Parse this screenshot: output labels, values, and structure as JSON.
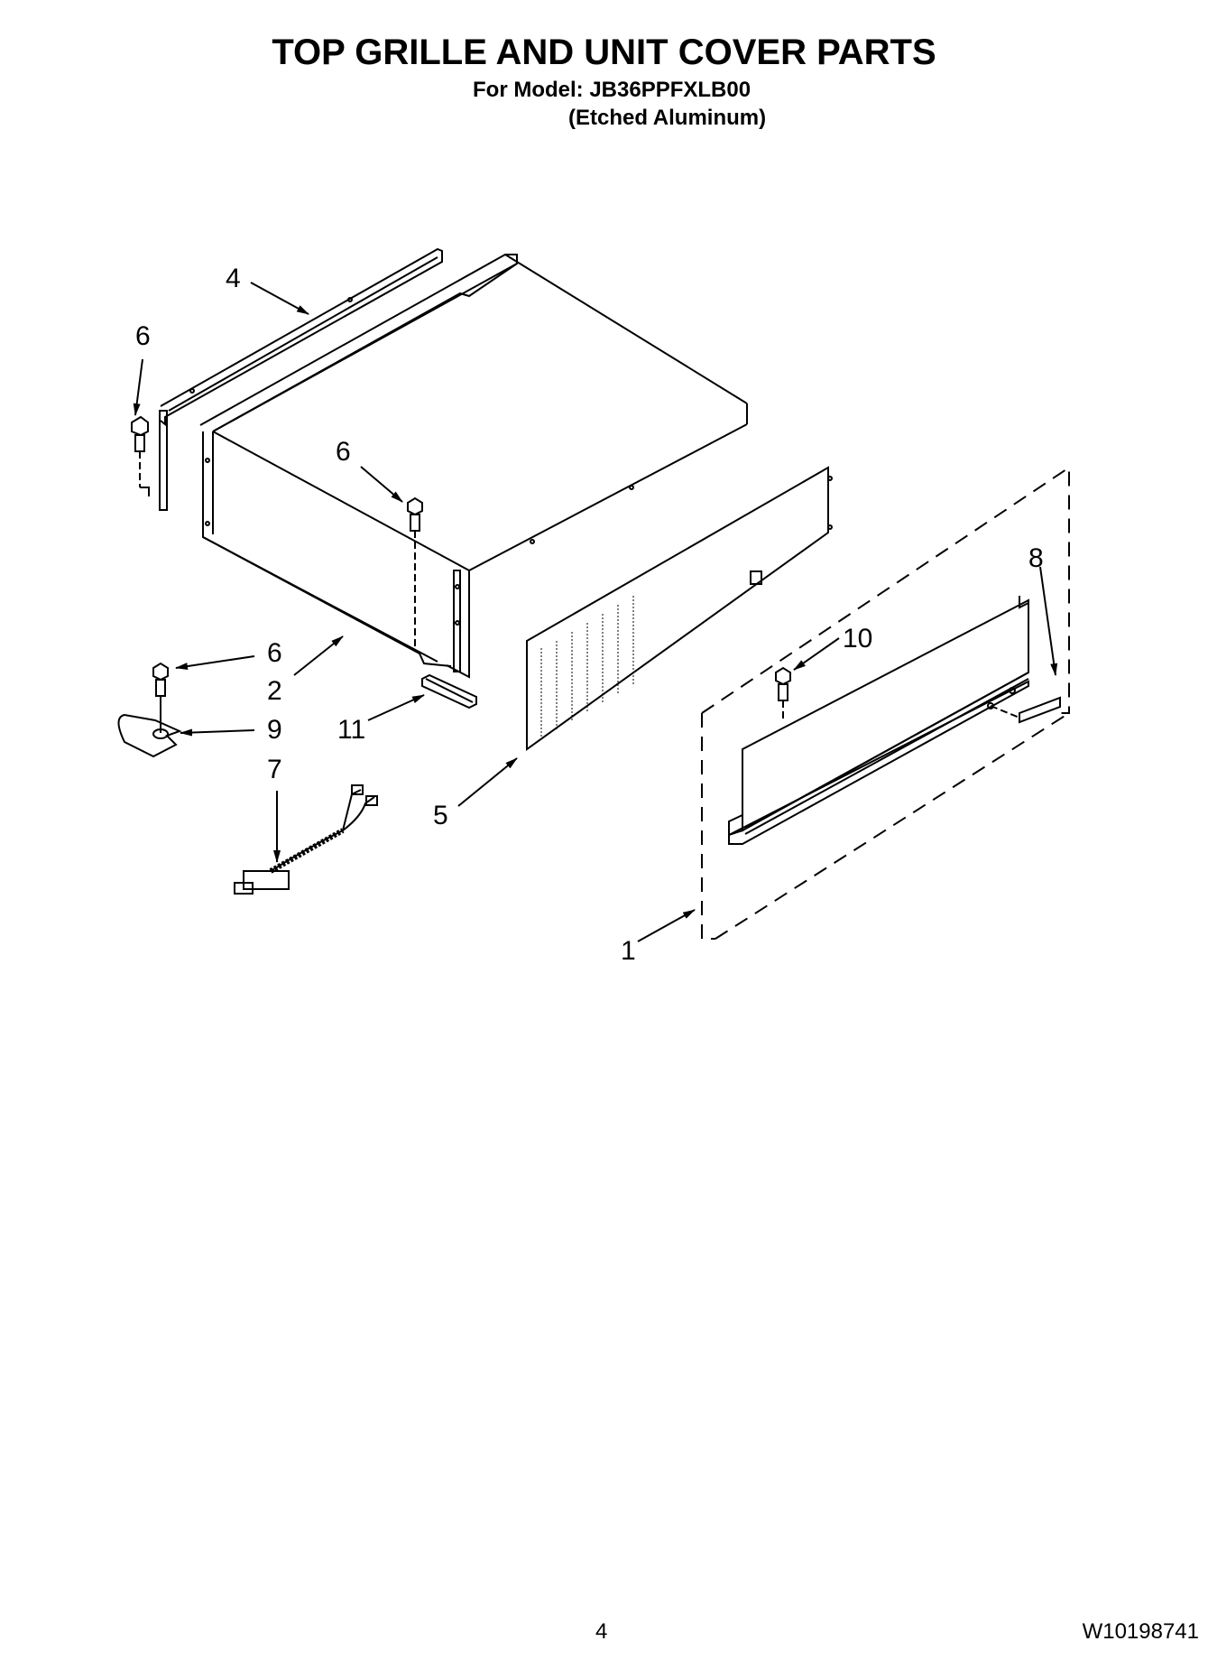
{
  "header": {
    "title": "TOP GRILLE AND UNIT COVER PARTS",
    "model_line": "For Model: JB36PPFXLB00",
    "finish_line": "(Etched Aluminum)"
  },
  "diagram": {
    "callouts": [
      {
        "id": "c4",
        "label": "4"
      },
      {
        "id": "c6a",
        "label": "6"
      },
      {
        "id": "c6b",
        "label": "6"
      },
      {
        "id": "c6c",
        "label": "6"
      },
      {
        "id": "c2",
        "label": "2"
      },
      {
        "id": "c9",
        "label": "9"
      },
      {
        "id": "c11",
        "label": "11"
      },
      {
        "id": "c7",
        "label": "7"
      },
      {
        "id": "c5",
        "label": "5"
      },
      {
        "id": "c8",
        "label": "8"
      },
      {
        "id": "c10",
        "label": "10"
      },
      {
        "id": "c1",
        "label": "1"
      }
    ]
  },
  "footer": {
    "page_number": "4",
    "document_number": "W10198741"
  }
}
